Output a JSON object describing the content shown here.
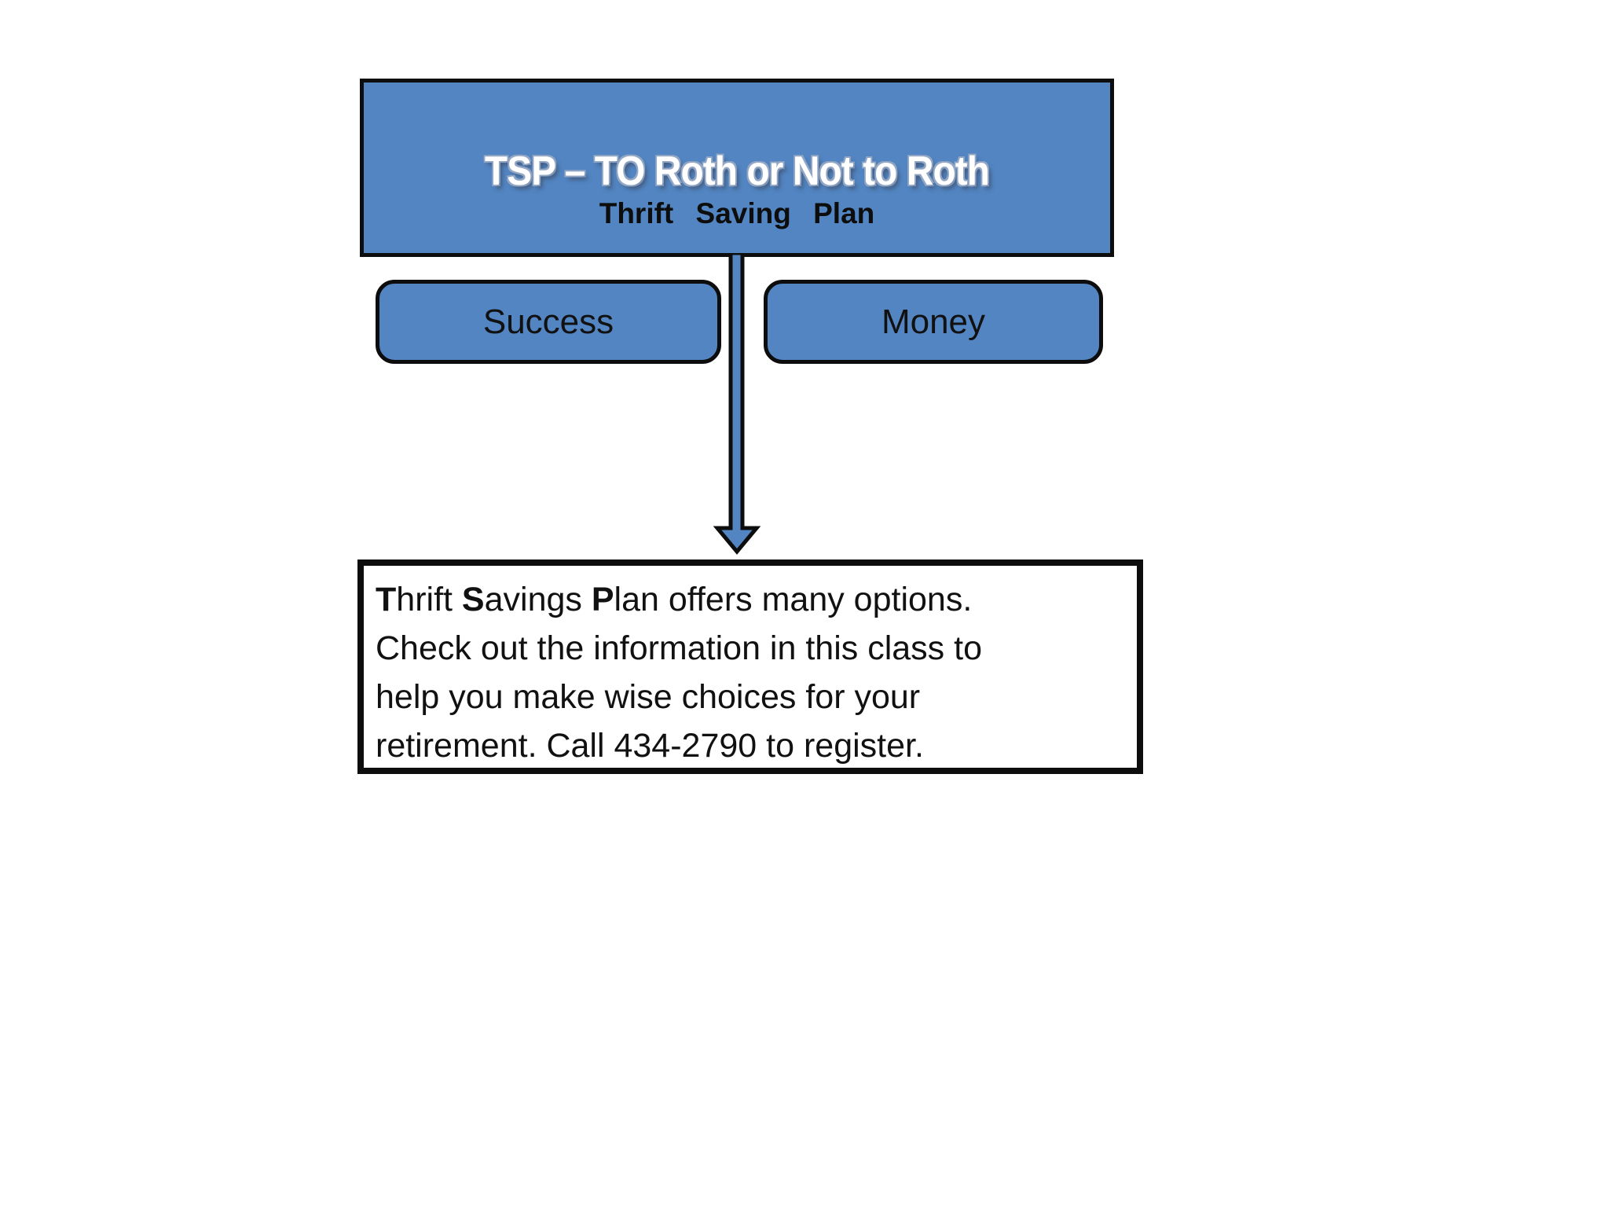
{
  "colors": {
    "shape_blue": "#5285c2",
    "border_black": "#0d0d0d",
    "title_white": "#ffffff"
  },
  "header": {
    "title": "TSP – TO Roth or Not to Roth",
    "subtitle": "Thrift Saving Plan"
  },
  "buttons": [
    {
      "label": "Success"
    },
    {
      "label": "Money"
    }
  ],
  "arrow": {
    "name": "down-arrow"
  },
  "textbox": {
    "line1_segments": [
      {
        "text": "T",
        "bold": true
      },
      {
        "text": "hrift ",
        "bold": false
      },
      {
        "text": "S",
        "bold": true
      },
      {
        "text": "avings ",
        "bold": false
      },
      {
        "text": "P",
        "bold": true
      },
      {
        "text": "lan offers many options.",
        "bold": false
      }
    ],
    "lines": [
      "Check out the information in this class to",
      "help you make wise choices for your",
      "retirement. Call 434-2790 to register."
    ]
  }
}
